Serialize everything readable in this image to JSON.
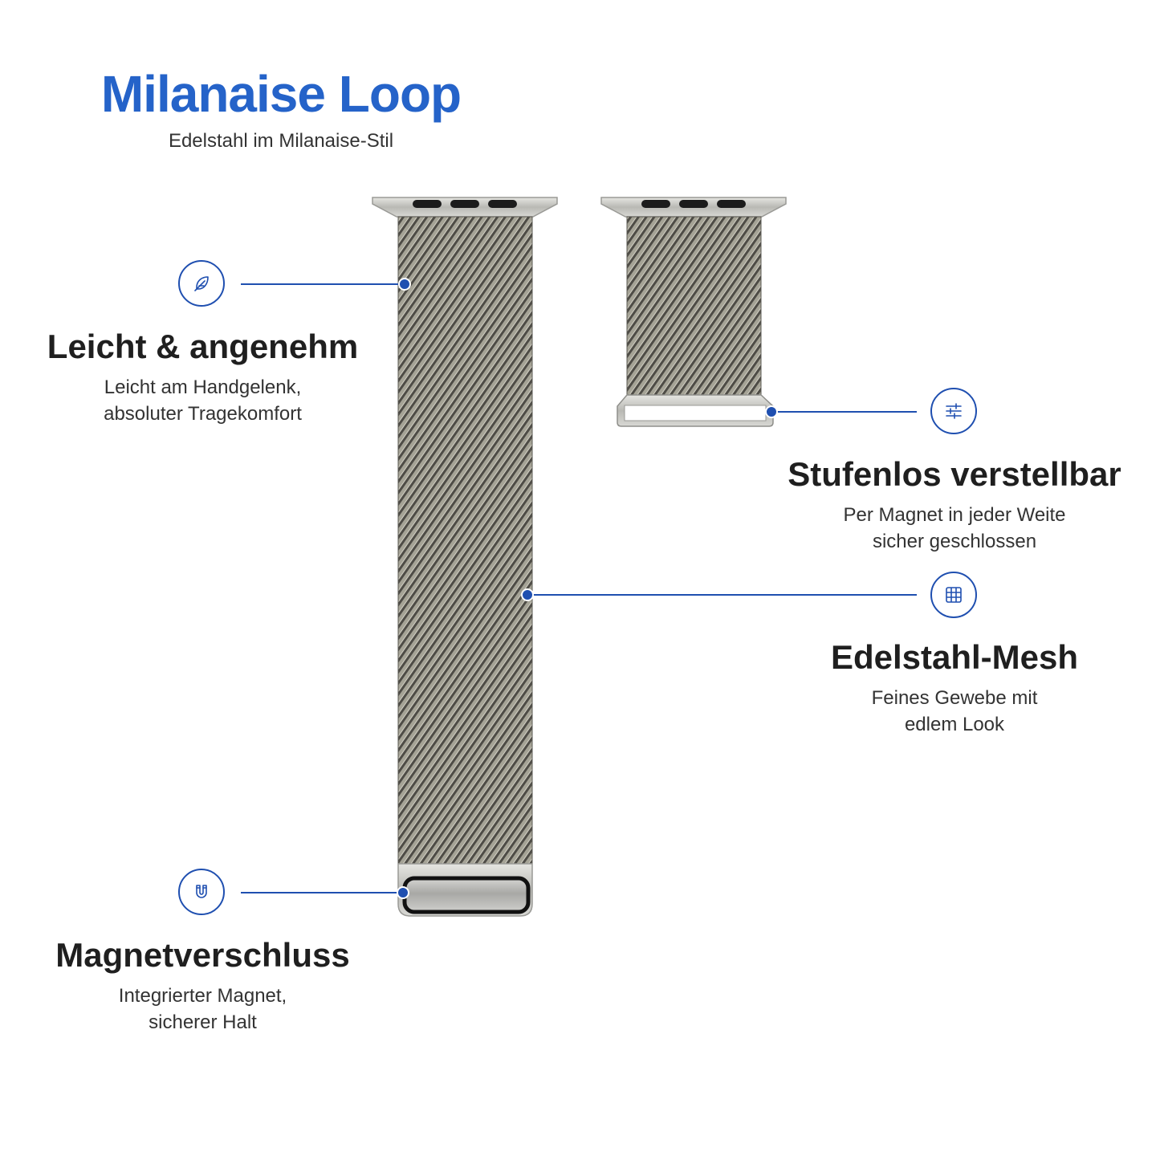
{
  "header": {
    "title": "Milanaise Loop",
    "subtitle": "Edelstahl im Milanaise-Stil"
  },
  "features": [
    {
      "id": "leicht",
      "icon": "feather-icon",
      "title": "Leicht & angenehm",
      "desc_lines": [
        "Leicht am Handgelenk,",
        "absoluter Tragekomfort"
      ]
    },
    {
      "id": "stufenlos",
      "icon": "sliders-icon",
      "title": "Stufenlos verstellbar",
      "desc_lines": [
        "Per Magnet in jeder Weite",
        "sicher geschlossen"
      ]
    },
    {
      "id": "mesh",
      "icon": "grid-icon",
      "title": "Edelstahl-Mesh",
      "desc_lines": [
        "Feines Gewebe mit",
        "edlem Look"
      ]
    },
    {
      "id": "magnet",
      "icon": "magnet-icon",
      "title": "Magnetverschluss",
      "desc_lines": [
        "Integrierter Magnet,",
        "sicherer Halt"
      ]
    }
  ],
  "colors": {
    "accent": "#2563c9",
    "line": "#1f4fb0",
    "mesh": "#6e6b62",
    "steel": "#c9c9c6"
  }
}
